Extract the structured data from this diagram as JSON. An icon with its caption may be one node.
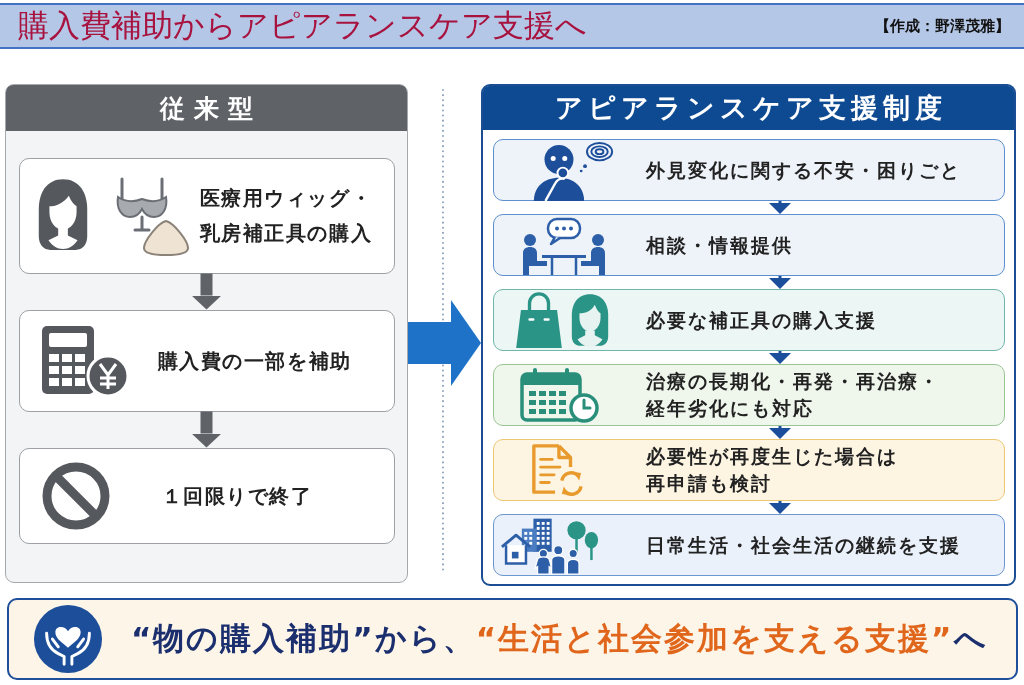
{
  "diagram": {
    "title": "購入費補助からアピアランスケア支援へ",
    "nodes": [
      {
        "text": [
          "従来型"
        ]
      },
      {
        "text": [
          "医療用ウィッグ・乳房補正具の購入"
        ],
        "in": 0
      },
      {
        "text": [
          "購入費の一部を補助"
        ],
        "in": 0
      },
      {
        "text": [
          "１回限りで終了"
        ],
        "in": 0
      },
      {
        "text": [
          "アピアランスケア支援制度"
        ]
      },
      {
        "text": [
          "外見変化に関する不安・困りごと"
        ],
        "in": 4
      },
      {
        "text": [
          "相談・情報提供"
        ],
        "in": 4
      },
      {
        "text": [
          "必要な補正具の購入支援"
        ],
        "in": 4
      },
      {
        "text": [
          "治療の長期化・再発・再治療・経年劣化にも対応"
        ],
        "in": 4
      },
      {
        "text": [
          "必要性が再度生じた場合は再申請も検討"
        ],
        "in": 4
      },
      {
        "text": [
          "日常生活・社会生活の継続を支援"
        ],
        "in": 4
      },
      {
        "text": [
          "“物の購入補助”から、",
          "“生活と社会参加を支える支援”",
          "へ"
        ]
      }
    ],
    "edges": [
      {
        "from": 1,
        "to": 2,
        "arrow": "to",
        "style": "thick",
        "color": "#5f6368"
      },
      {
        "from": 2,
        "to": 3,
        "arrow": "to",
        "style": "thick",
        "color": "#5f6368"
      },
      {
        "from": 0,
        "to": 4,
        "arrow": "to",
        "style": "thick",
        "color": "#1e73c8"
      },
      {
        "from": 5,
        "to": 6,
        "arrow": "to"
      },
      {
        "from": 6,
        "to": 7,
        "arrow": "to"
      },
      {
        "from": 7,
        "to": 8,
        "arrow": "to"
      },
      {
        "from": 8,
        "to": 9,
        "arrow": "to"
      },
      {
        "from": 9,
        "to": 10,
        "arrow": "to"
      }
    ],
    "labels": [
      "【作成：野澤茂雅】"
    ]
  }
}
